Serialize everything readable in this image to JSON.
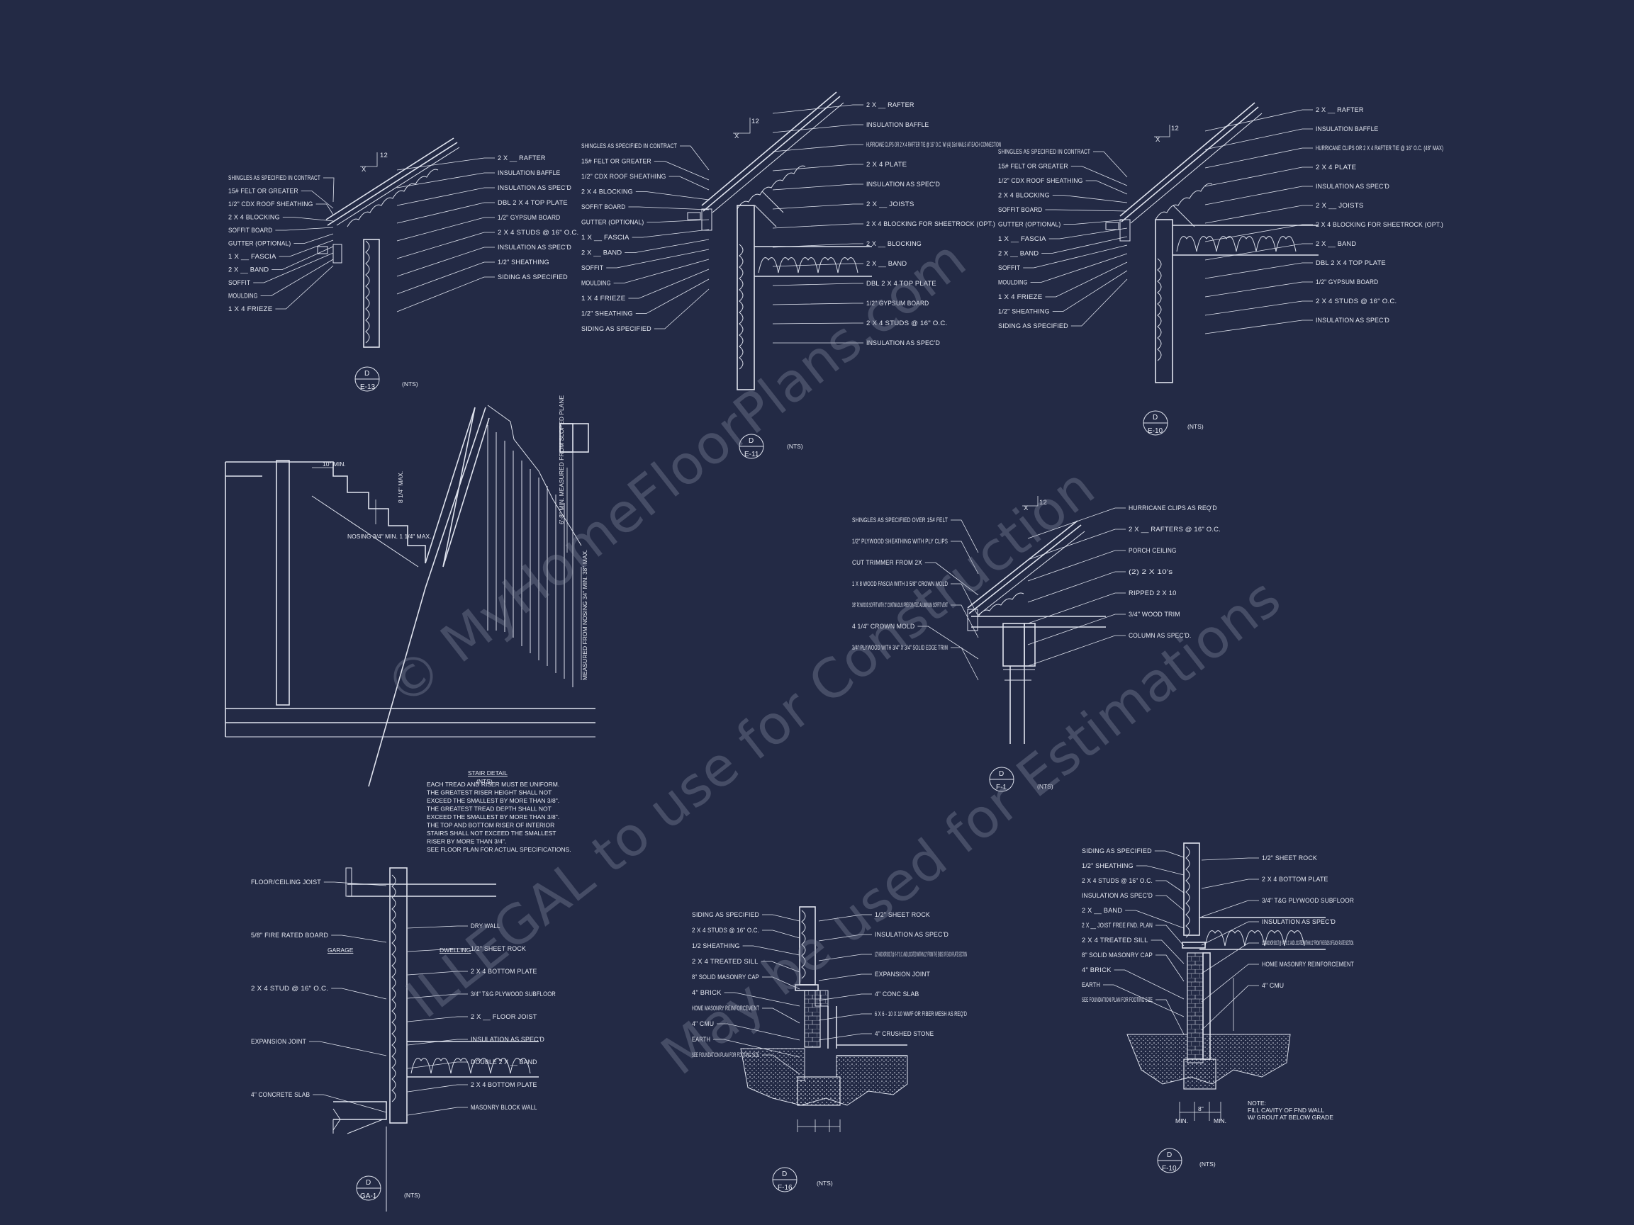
{
  "watermark": {
    "line1": "© MyHomeFloorPlans.com",
    "line2": "ILLEGAL to use for Construction",
    "line3": "May be used for Estimations"
  },
  "details": [
    {
      "id": "e13",
      "tag": {
        "letter": "D",
        "sheet": "E-13",
        "scale": "(NTS)"
      },
      "pitch": {
        "rise": "X",
        "run": "12"
      },
      "left_labels": [
        "SHINGLES AS SPECIFIED IN CONTRACT",
        "15# FELT OR GREATER",
        "1/2\" CDX ROOF SHEATHING",
        "2 X 4 BLOCKING",
        "SOFFIT BOARD",
        "GUTTER (OPTIONAL)",
        "1 X __ FASCIA",
        "2 X __ BAND",
        "SOFFIT",
        "MOULDING",
        "1 X 4 FRIEZE"
      ],
      "right_labels": [
        "2 X __ RAFTER",
        "INSULATION BAFFLE",
        "INSULATION AS SPEC'D",
        "DBL 2 X 4 TOP PLATE",
        "1/2\" GYPSUM BOARD",
        "2 X 4 STUDS @ 16\" O.C.",
        "INSULATION AS SPEC'D",
        "1/2\" SHEATHING",
        "SIDING AS SPECIFIED"
      ]
    },
    {
      "id": "e11",
      "tag": {
        "letter": "D",
        "sheet": "E-11",
        "scale": "(NTS)"
      },
      "pitch": {
        "rise": "X",
        "run": "12"
      },
      "left_labels": [
        "SHINGLES AS SPECIFIED IN CONTRACT",
        "15# FELT OR GREATER",
        "1/2\" CDX ROOF SHEATHING",
        "2 X 4 BLOCKING",
        "SOFFIT BOARD",
        "GUTTER (OPTIONAL)",
        "1 X __ FASCIA",
        "2 X __ BAND",
        "SOFFIT",
        "MOULDING",
        "1 X 4 FRIEZE",
        "1/2\" SHEATHING",
        "SIDING AS SPECIFIED"
      ],
      "right_labels": [
        "2 X __ RAFTER",
        "INSULATION BAFFLE",
        "HURRICANE CLIPS OR 2 X 4 RAFTER TIE @ 16\" O.C. W/ (4) 16d NAILS AT EACH CONNECTION",
        "2 X 4 PLATE",
        "INSULATION AS SPEC'D",
        "2 X __ JOISTS",
        "2 X 4 BLOCKING FOR SHEETROCK (OPT.)",
        "2 X __ BLOCKING",
        "2 X __ BAND",
        "DBL 2 X 4 TOP PLATE",
        "1/2\" GYPSUM BOARD",
        "2 X 4 STUDS @ 16\" O.C.",
        "INSULATION AS SPEC'D"
      ]
    },
    {
      "id": "e10",
      "tag": {
        "letter": "D",
        "sheet": "E-10",
        "scale": "(NTS)"
      },
      "pitch": {
        "rise": "X",
        "run": "12"
      },
      "left_labels": [
        "SHINGLES AS SPECIFIED IN CONTRACT",
        "15# FELT OR GREATER",
        "1/2\" CDX ROOF SHEATHING",
        "2 X 4 BLOCKING",
        "SOFFIT BOARD",
        "GUTTER (OPTIONAL)",
        "1 X __ FASCIA",
        "2 X __ BAND",
        "SOFFIT",
        "MOULDING",
        "1 X 4 FRIEZE",
        "1/2\" SHEATHING",
        "SIDING AS SPECIFIED"
      ],
      "right_labels": [
        "2 X __ RAFTER",
        "INSULATION BAFFLE",
        "HURRICANE CLIPS OR 2 X 4 RAFTER TIE @ 16\" O.C. (48\" MAX)",
        "2 X 4 PLATE",
        "INSULATION AS SPEC'D",
        "2 X __ JOISTS",
        "2 X 4 BLOCKING FOR SHEETROCK (OPT.)",
        "2 X __ BAND",
        "DBL 2 X 4 TOP PLATE",
        "1/2\" GYPSUM BOARD",
        "2 X 4 STUDS @ 16\" O.C.",
        "INSULATION AS SPEC'D"
      ]
    },
    {
      "id": "f1",
      "tag": {
        "letter": "D",
        "sheet": "F-1",
        "scale": "(NTS)"
      },
      "pitch": {
        "rise": "X",
        "run": "12"
      },
      "left_labels": [
        "SHINGLES AS SPECIFIED OVER 15# FELT",
        "1/2\" PLYWOOD SHEATHING WITH PLY CLIPS",
        "CUT TRIMMER FROM 2X",
        "1 X 8 WOOD FASCIA WITH 3 5/8\" CROWN MOLD",
        "3/8\" PLYWOOD SOFFIT WITH 2\" CONTINUOUS PREFORATED ALUMINUM SOFFIT VENT",
        "4 1/4\" CROWN MOLD",
        "3/4\" PLYWOOD WITH 3/4\" X 3/4\" SOLID EDGE TRIM"
      ],
      "right_labels": [
        "HURRICANE CLIPS AS REQ'D",
        "2 X __ RAFTERS @ 16\" O.C.",
        "PORCH CEILING",
        "(2) 2 X 10's",
        "RIPPED 2 X 10",
        "3/4\" WOOD TRIM",
        "COLUMN AS SPEC'D."
      ]
    }
  ],
  "stair": {
    "title": "STAIR DETAIL",
    "scale": "(NTS)",
    "dims": [
      "10\" MIN.",
      "8 1/4\" MAX.",
      "NOSING 3/4\" MIN. 1 1/4\" MAX.",
      "6'-8\" MIN. MEASURED FROM SLOPED PLANE",
      "MEASURED FROM NOSING 34\" MIN. 38\" MAX."
    ],
    "note": [
      "EACH TREAD AND RISER MUST BE UNIFORM.",
      "THE GREATEST RISER HEIGHT SHALL NOT",
      "EXCEED THE SMALLEST BY MORE THAN 3/8\".",
      "THE GREATEST TREAD DEPTH SHALL NOT",
      "EXCEED THE SMALLEST BY MORE THAN 3/8\".",
      "THE TOP AND BOTTOM RISER OF INTERIOR",
      "STAIRS SHALL NOT EXCEED THE SMALLEST",
      "RISER BY MORE THAN 3/4\".",
      "SEE FLOOR PLAN FOR ACTUAL SPECIFICATIONS."
    ]
  },
  "ga1": {
    "tag": {
      "letter": "D",
      "sheet": "GA-1",
      "scale": "(NTS)"
    },
    "left_labels": [
      "FLOOR/CEILING JOIST",
      "5/8\" FIRE RATED BOARD",
      "2 X 4 STUD @ 16\" O.C.",
      "EXPANSION JOINT",
      "4\" CONCRETE SLAB"
    ],
    "room_labels": [
      "GARAGE",
      "DWELLING"
    ],
    "right_labels": [
      "DRY WALL",
      "1/2\" SHEET ROCK",
      "2 X 4 BOTTOM PLATE",
      "3/4\" T&G PLYWOOD SUBFLOOR",
      "2 X __ FLOOR JOIST",
      "INSULATION AS SPEC'D",
      "DOUBLE 2 X __ BAND",
      "2 X 4 BOTTOM PLATE",
      "MASONRY BLOCK WALL"
    ]
  },
  "f16": {
    "tag": {
      "letter": "D",
      "sheet": "F-16",
      "scale": "(NTS)"
    },
    "left_labels": [
      "SIDING AS SPECIFIED",
      "2 X 4 STUDS @ 16\" O.C.",
      "1/2 SHEATHING",
      "2 X 4 TREATED SILL",
      "8\" SOLID MASONRY CAP",
      "4\" BRICK",
      "HOME MASONRY REINFORCEMENT",
      "4\" CMU",
      "EARTH",
      "SEE FOUNDATION PLAN FOR FOOTING SIZE"
    ],
    "right_labels": [
      "1/2\" SHEET ROCK",
      "INSULATION AS SPEC'D",
      "1/2\" ANCHOR BOLT @ 6'-0\" O.C. AND LOCATED WITHIN 12\" FROM THE ENDS OF EACH PLATE SECTION",
      "EXPANSION JOINT",
      "4\" CONC SLAB",
      "6 X 6 - 10 X 10 WWF OR FIBER MESH AS REQ'D",
      "4\" CRUSHED STONE"
    ]
  },
  "f10": {
    "tag": {
      "letter": "D",
      "sheet": "F-10",
      "scale": "(NTS)"
    },
    "left_labels": [
      "SIDING AS SPECIFIED",
      "1/2\" SHEATHING",
      "2 X 4 STUDS @ 16\" O.C.",
      "INSULATION AS SPEC'D",
      "2 X __ BAND",
      "2 X __ JOIST FREE FND. PLAN",
      "2 X 4 TREATED SILL",
      "8\" SOLID MASONRY CAP",
      "4\" BRICK",
      "EARTH",
      "SEE FOUNDATION PLAN FOR FOOTING SIZE"
    ],
    "right_labels": [
      "1/2\" SHEET ROCK",
      "2 X 4 BOTTOM PLATE",
      "3/4\" T&G PLYWOOD SUBFLOOR",
      "INSULATION AS SPEC'D",
      "1/2\" ANCHOR BOLT @ 6'-0\" O.C. AND LOCATED WITHIN 12\" FROM THE ENDS OF EACH PLATE SECTION.",
      "HOME MASONRY REINFORCEMENT",
      "4\" CMU"
    ],
    "note": [
      "NOTE:",
      "FILL CAVITY OF FND WALL",
      "W/ GROUT AT BELOW GRADE"
    ],
    "dims": [
      "MIN.",
      "8\"",
      "MIN."
    ]
  }
}
